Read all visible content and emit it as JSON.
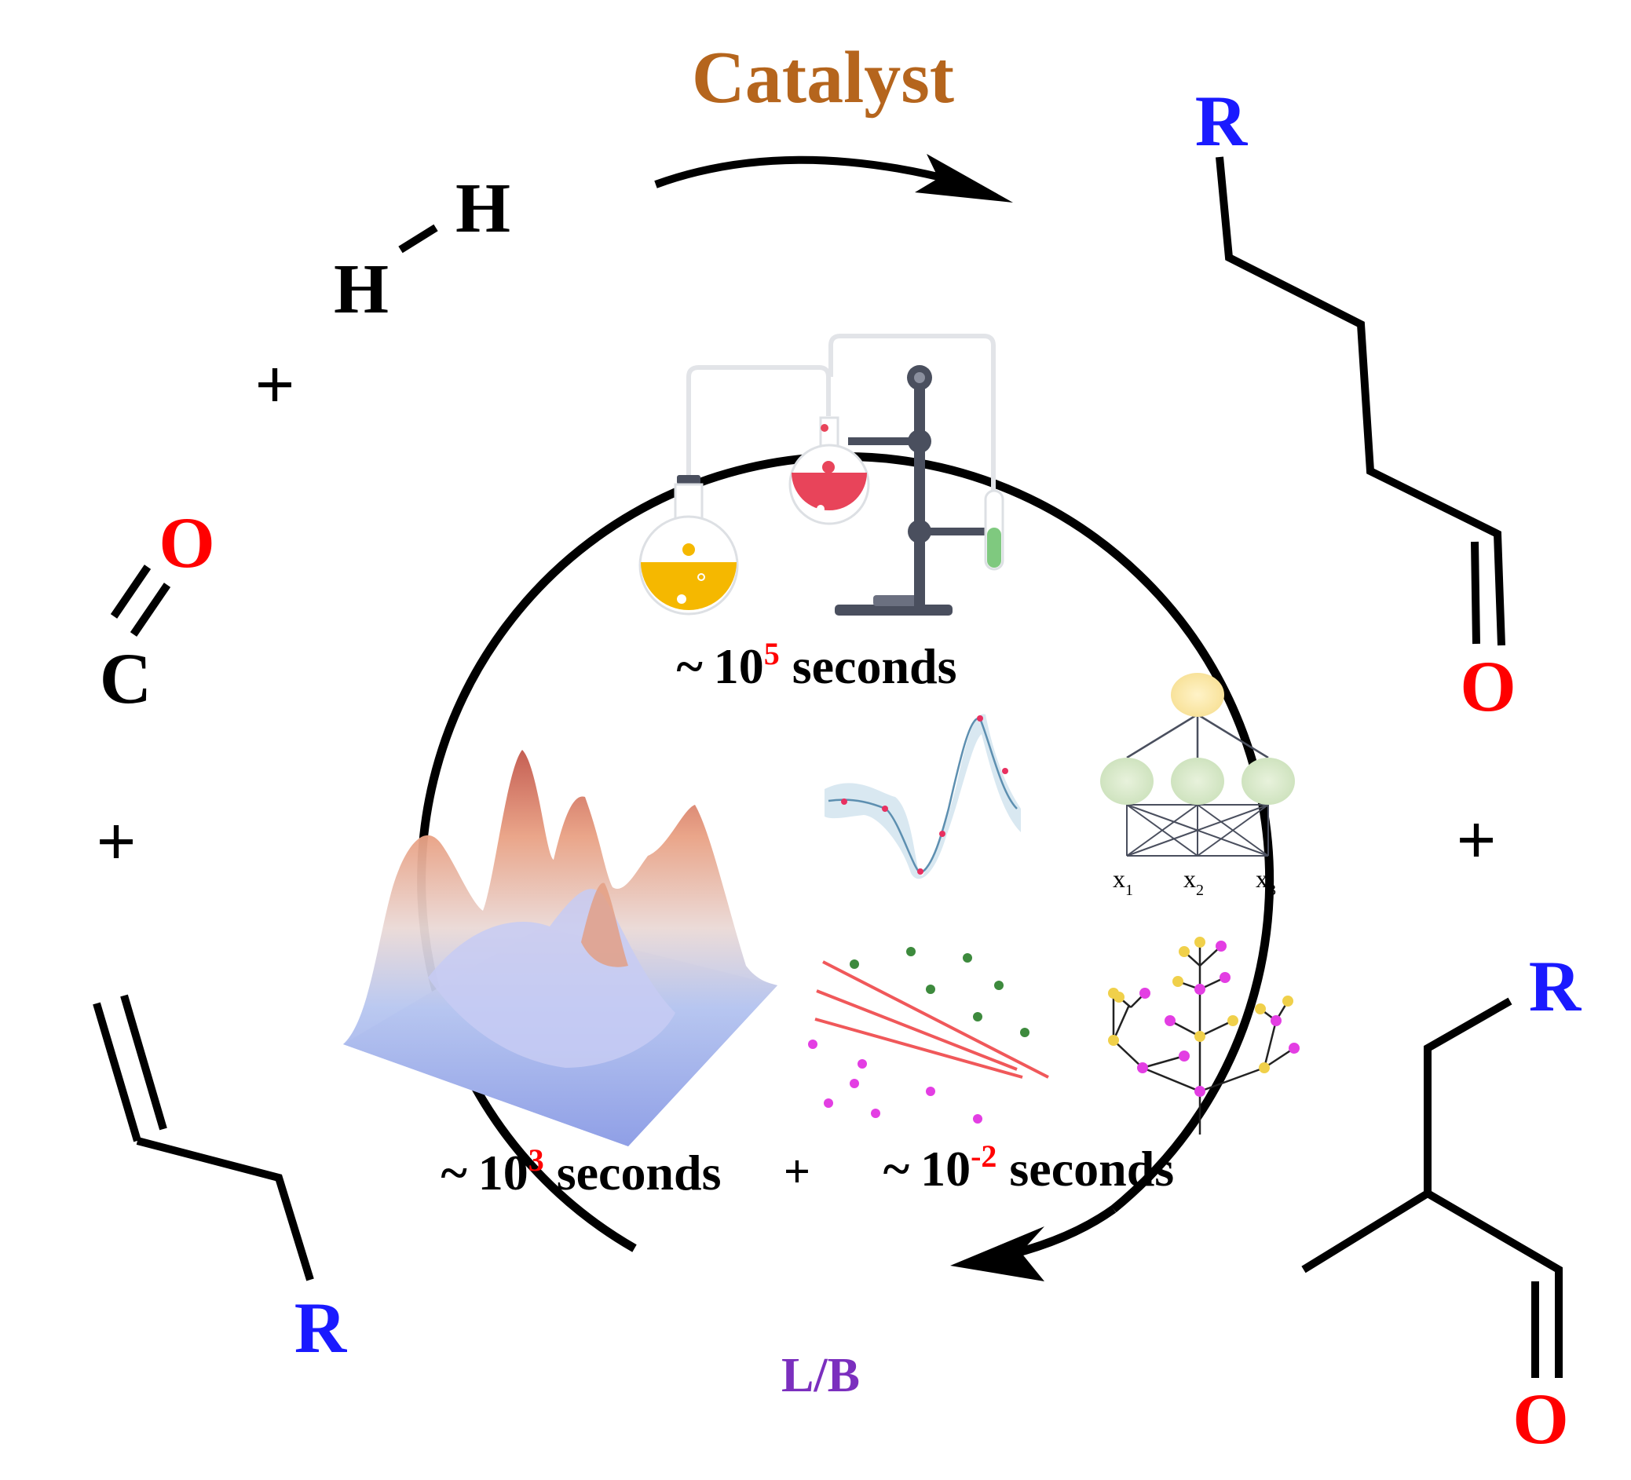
{
  "title": "Catalyst",
  "regioselectivity_label": "L/B",
  "plus": "+",
  "tilde": "~",
  "reactants": {
    "hydrogen": {
      "atom_1": "H",
      "atom_2": "H"
    },
    "carbon_monoxide": {
      "carbon": "C",
      "oxygen": "O"
    },
    "alkene": {
      "substituent": "R"
    }
  },
  "products": {
    "linear_aldehyde": {
      "substituent": "R",
      "oxygen": "O"
    },
    "branched_aldehyde": {
      "substituent": "R",
      "oxygen": "O"
    }
  },
  "methods": {
    "experiment": {
      "base": "10",
      "exponent": "5",
      "unit": "seconds"
    },
    "simulation": {
      "base": "10",
      "exponent": "3",
      "unit": "seconds"
    },
    "machine_learning": {
      "base": "10",
      "exponent": "-2",
      "unit": "seconds"
    }
  },
  "neural_network_inputs": [
    {
      "letter": "x",
      "index": "1"
    },
    {
      "letter": "x",
      "index": "2"
    },
    {
      "letter": "x",
      "index": "3"
    }
  ],
  "colors": {
    "title": "#b5651d",
    "lb": "#7b2fbe",
    "r_group": "#1a1aff",
    "oxygen": "#ff0000",
    "ink": "#000000",
    "exponent": "#ff0000",
    "flask_yellow": "#f5b800",
    "flask_red": "#e8445a",
    "stand": "#4a4f5e",
    "tube_green": "#7fc97f"
  }
}
